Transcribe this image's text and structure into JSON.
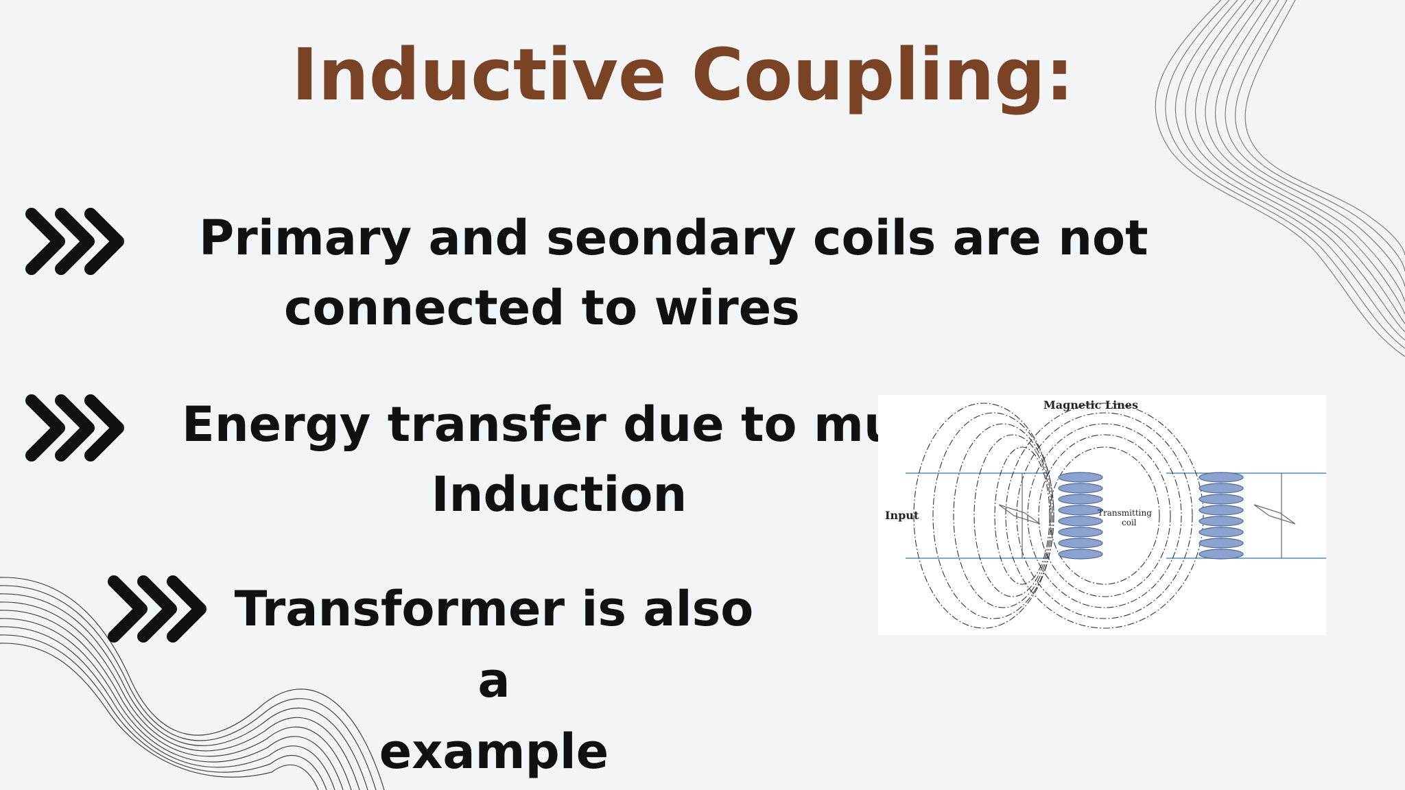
{
  "slide": {
    "title": "Inductive Coupling:"
  },
  "bullets": [
    {
      "lines": [
        "Primary and seondary coils are not",
        "connected to wires"
      ]
    },
    {
      "lines": [
        "Energy transfer due to mutual",
        "Induction"
      ]
    },
    {
      "lines": [
        "Transformer is also",
        "a",
        "example"
      ]
    }
  ],
  "diagram": {
    "label_top": "Magnetic Lines",
    "label_left": "Input",
    "label_coil_line1": "Transmitting",
    "label_coil_line2": "coil"
  },
  "colors": {
    "title": "#7b4325",
    "text": "#111111",
    "background": "#f3f4f6",
    "coil": "#7f93c2",
    "wire": "#4a8fc0"
  },
  "icons": {
    "bullet": "triple-chevron-right-icon"
  }
}
